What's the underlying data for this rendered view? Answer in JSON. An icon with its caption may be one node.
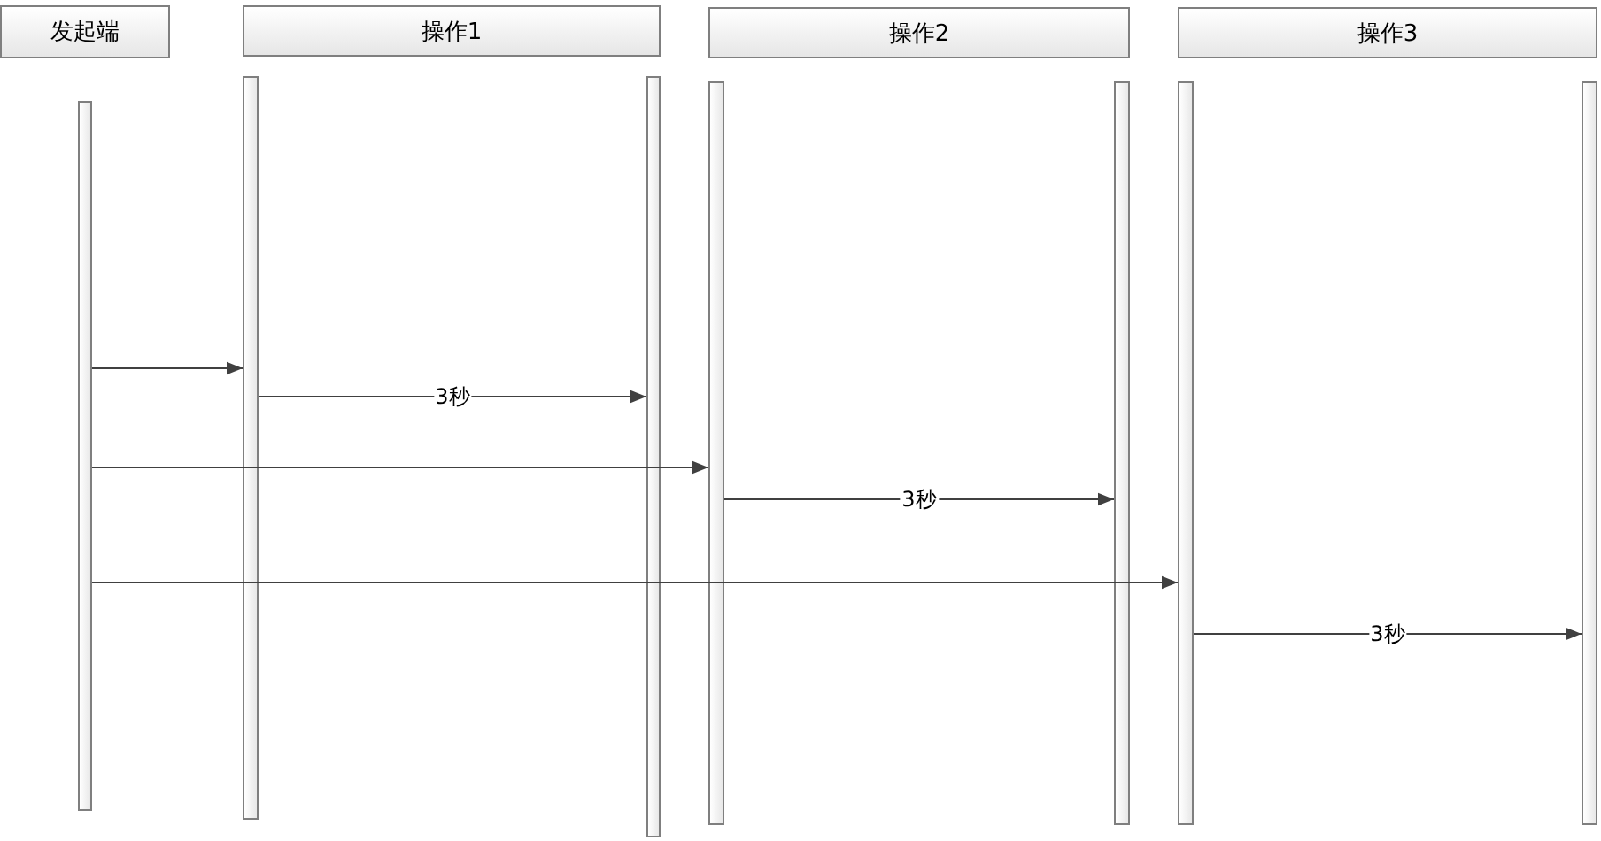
{
  "diagram": {
    "nodes": [
      {
        "text": [
          "发起端"
        ]
      },
      {
        "text": [
          "操作1"
        ]
      },
      {
        "text": [
          "操作2"
        ]
      },
      {
        "text": [
          "操作3"
        ]
      },
      {
        "text": [],
        "shape": "bar"
      },
      {
        "text": [],
        "shape": "bar"
      },
      {
        "text": [],
        "shape": "bar"
      },
      {
        "text": [],
        "shape": "bar"
      },
      {
        "text": [],
        "shape": "bar"
      },
      {
        "text": [],
        "shape": "bar"
      },
      {
        "text": [],
        "shape": "bar"
      }
    ],
    "edges": [
      {
        "from": 4,
        "to": 5,
        "arrow": "to"
      },
      {
        "from": 5,
        "to": 6,
        "arrow": "to",
        "label": "3秒"
      },
      {
        "from": 4,
        "to": 7,
        "arrow": "to"
      },
      {
        "from": 7,
        "to": 8,
        "arrow": "to",
        "label": "3秒"
      },
      {
        "from": 4,
        "to": 9,
        "arrow": "to"
      },
      {
        "from": 9,
        "to": 10,
        "arrow": "to",
        "label": "3秒"
      }
    ]
  }
}
